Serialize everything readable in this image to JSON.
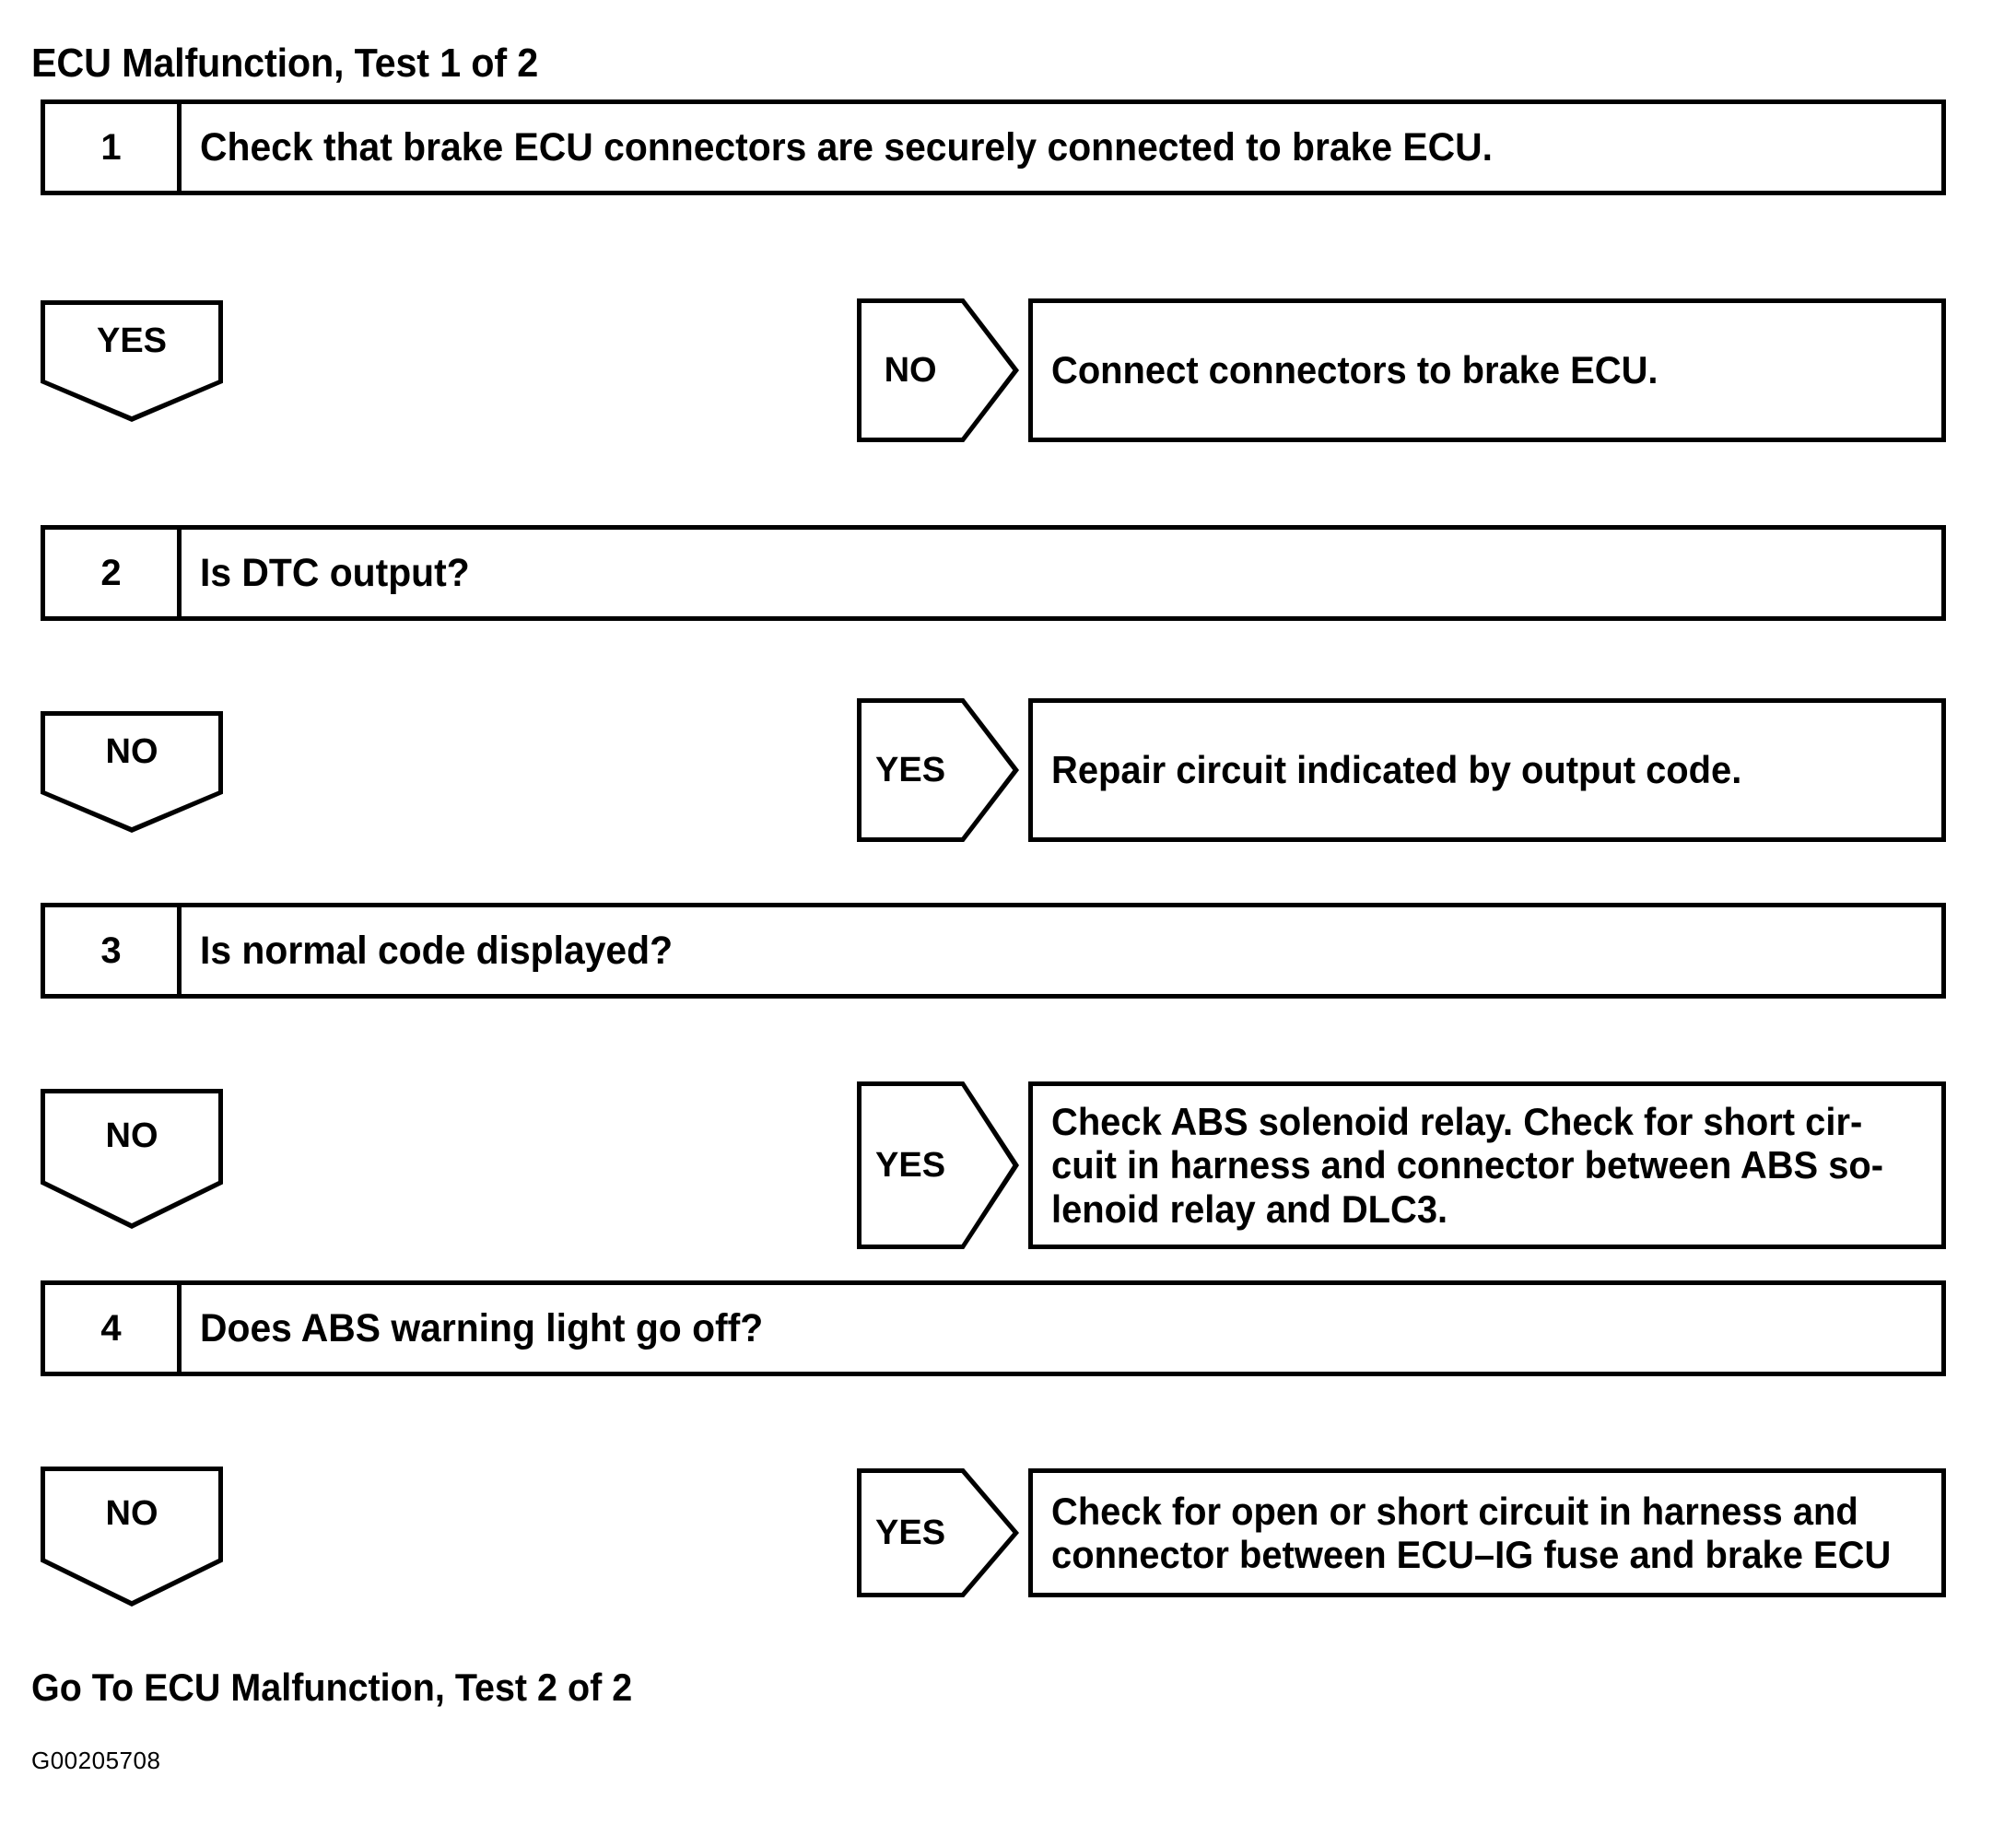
{
  "document": {
    "title": "ECU Malfunction, Test 1 of 2",
    "footer_link": "Go To ECU Malfunction, Test 2 of 2",
    "figure_id": "G00205708",
    "ink_color": "#000000",
    "background_color": "#ffffff"
  },
  "steps": [
    {
      "number": "1",
      "text": "Check that brake ECU connectors are securely connected to brake ECU."
    },
    {
      "number": "2",
      "text": "Is DTC output?"
    },
    {
      "number": "3",
      "text": "Is normal code displayed?"
    },
    {
      "number": "4",
      "text": "Does ABS warning light go off?"
    }
  ],
  "branches": [
    {
      "continue_label": "YES",
      "branch_label": "NO",
      "result_lines": [
        "Connect connectors to brake ECU."
      ]
    },
    {
      "continue_label": "NO",
      "branch_label": "YES",
      "result_lines": [
        "Repair circuit indicated by output code."
      ]
    },
    {
      "continue_label": "NO",
      "branch_label": "YES",
      "result_lines": [
        "Check ABS solenoid relay. Check for short cir-",
        "cuit in harness and connector between ABS so-",
        "lenoid relay and DLC3."
      ]
    },
    {
      "continue_label": "NO",
      "branch_label": "YES",
      "result_lines": [
        "Check for open or short circuit in harness and",
        "connector between ECU–IG fuse and brake ECU"
      ]
    }
  ]
}
